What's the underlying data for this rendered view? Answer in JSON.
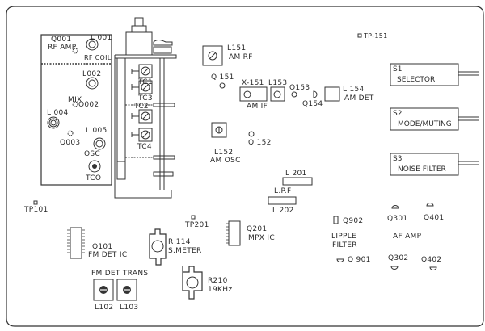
{
  "diagram": {
    "title": "Tuner PCB Component Layout",
    "frontend_module": {
      "q001": "Q001",
      "q001_fn": "RF AMP",
      "l001": "L 001",
      "l001_fn": "RF COIL",
      "l002": "L002",
      "mix": "MIX",
      "q002": "Q002",
      "l004": "L 004",
      "q003": "Q003",
      "l005": "L 005",
      "osc": "OSC",
      "tco": "TCO"
    },
    "trimmers": {
      "tc1": "TC1",
      "tc3": "TC3",
      "tc2": "TC2",
      "tc4": "TC4"
    },
    "am_section": {
      "l151": "L151",
      "l151_fn": "AM RF",
      "q151": "Q 151",
      "x151": "X-151",
      "l153": "L153",
      "am_if": "AM IF",
      "q153": "Q153",
      "q154": "Q154",
      "l154": "L 154",
      "l154_fn": "AM DET",
      "l152": "L152",
      "l152_fn": "AM OSC",
      "q152": "Q 152",
      "tp151": "TP-151"
    },
    "lpf": {
      "l201": "L 201",
      "label": "L.P.F",
      "l202": "L 202"
    },
    "switches": [
      {
        "id": "S1",
        "name": "SELECTOR"
      },
      {
        "id": "S2",
        "name": "MODE/MUTING"
      },
      {
        "id": "S3",
        "name": "NOISE FILTER"
      }
    ],
    "fm_det": {
      "tp101": "TP101",
      "q101": "Q101",
      "q101_fn": "FM DET IC",
      "trans": "FM DET TRANS",
      "l102": "L102",
      "l103": "L103"
    },
    "meter": {
      "r114": "R 114",
      "r114_fn": "S.METER",
      "tp201": "TP201"
    },
    "mpx": {
      "q201": "Q201",
      "q201_fn": "MPX IC",
      "r210": "R210",
      "r210_fn": "19KHz"
    },
    "power": {
      "q902": "Q902",
      "fn1": "LIPPLE",
      "fn2": "FILTER",
      "q901": "Q 901"
    },
    "af": {
      "label": "AF AMP",
      "q301": "Q301",
      "q401": "Q401",
      "q302": "Q302",
      "q402": "Q402"
    }
  }
}
